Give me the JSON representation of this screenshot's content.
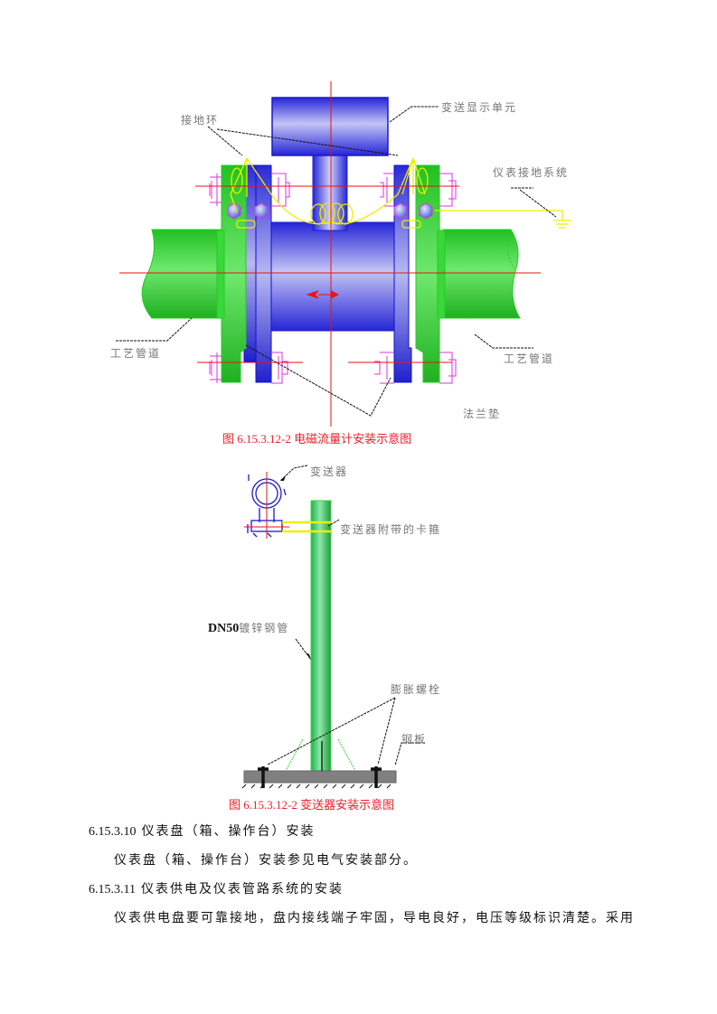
{
  "figure1": {
    "labels": {
      "transmitter_display": "变送显示单元",
      "grounding_ring": "接地环",
      "instrument_grounding": "仪表接地系统",
      "process_pipe_left": "工艺管道",
      "process_pipe_right": "工艺管道",
      "flange_gasket": "法兰垫"
    },
    "caption": "图 6.15.3.12-2  电磁流量计安装示意图"
  },
  "figure2": {
    "labels": {
      "transmitter": "变送器",
      "clamp": "变送器附带的卡箍",
      "pipe_prefix": "DN50",
      "pipe_suffix": "镀锌钢管",
      "expansion_bolt": "膨胀螺栓",
      "base_plate": "钢板"
    },
    "caption": "图 6.15.3.12-2  变送器安装示意图"
  },
  "sections": [
    {
      "number": "6.15.3.10",
      "title": "仪表盘（箱、操作台）安装",
      "body": "仪表盘（箱、操作台）安装参见电气安装部分。"
    },
    {
      "number": "6.15.3.11",
      "title": "仪表供电及仪表管路系统的安装",
      "body": "仪表供电盘要可靠接地，盘内接线端子牢固，导电良好，电压等级标识清楚。采用"
    }
  ],
  "colors": {
    "pipe_green": "#33dd33",
    "meter_blue": "#2a2ad8",
    "centerline_red": "#ee1111",
    "bolt_magenta": "#dd33dd",
    "ground_wire_yellow": "#f2f200",
    "caption_red": "#e8202a"
  }
}
